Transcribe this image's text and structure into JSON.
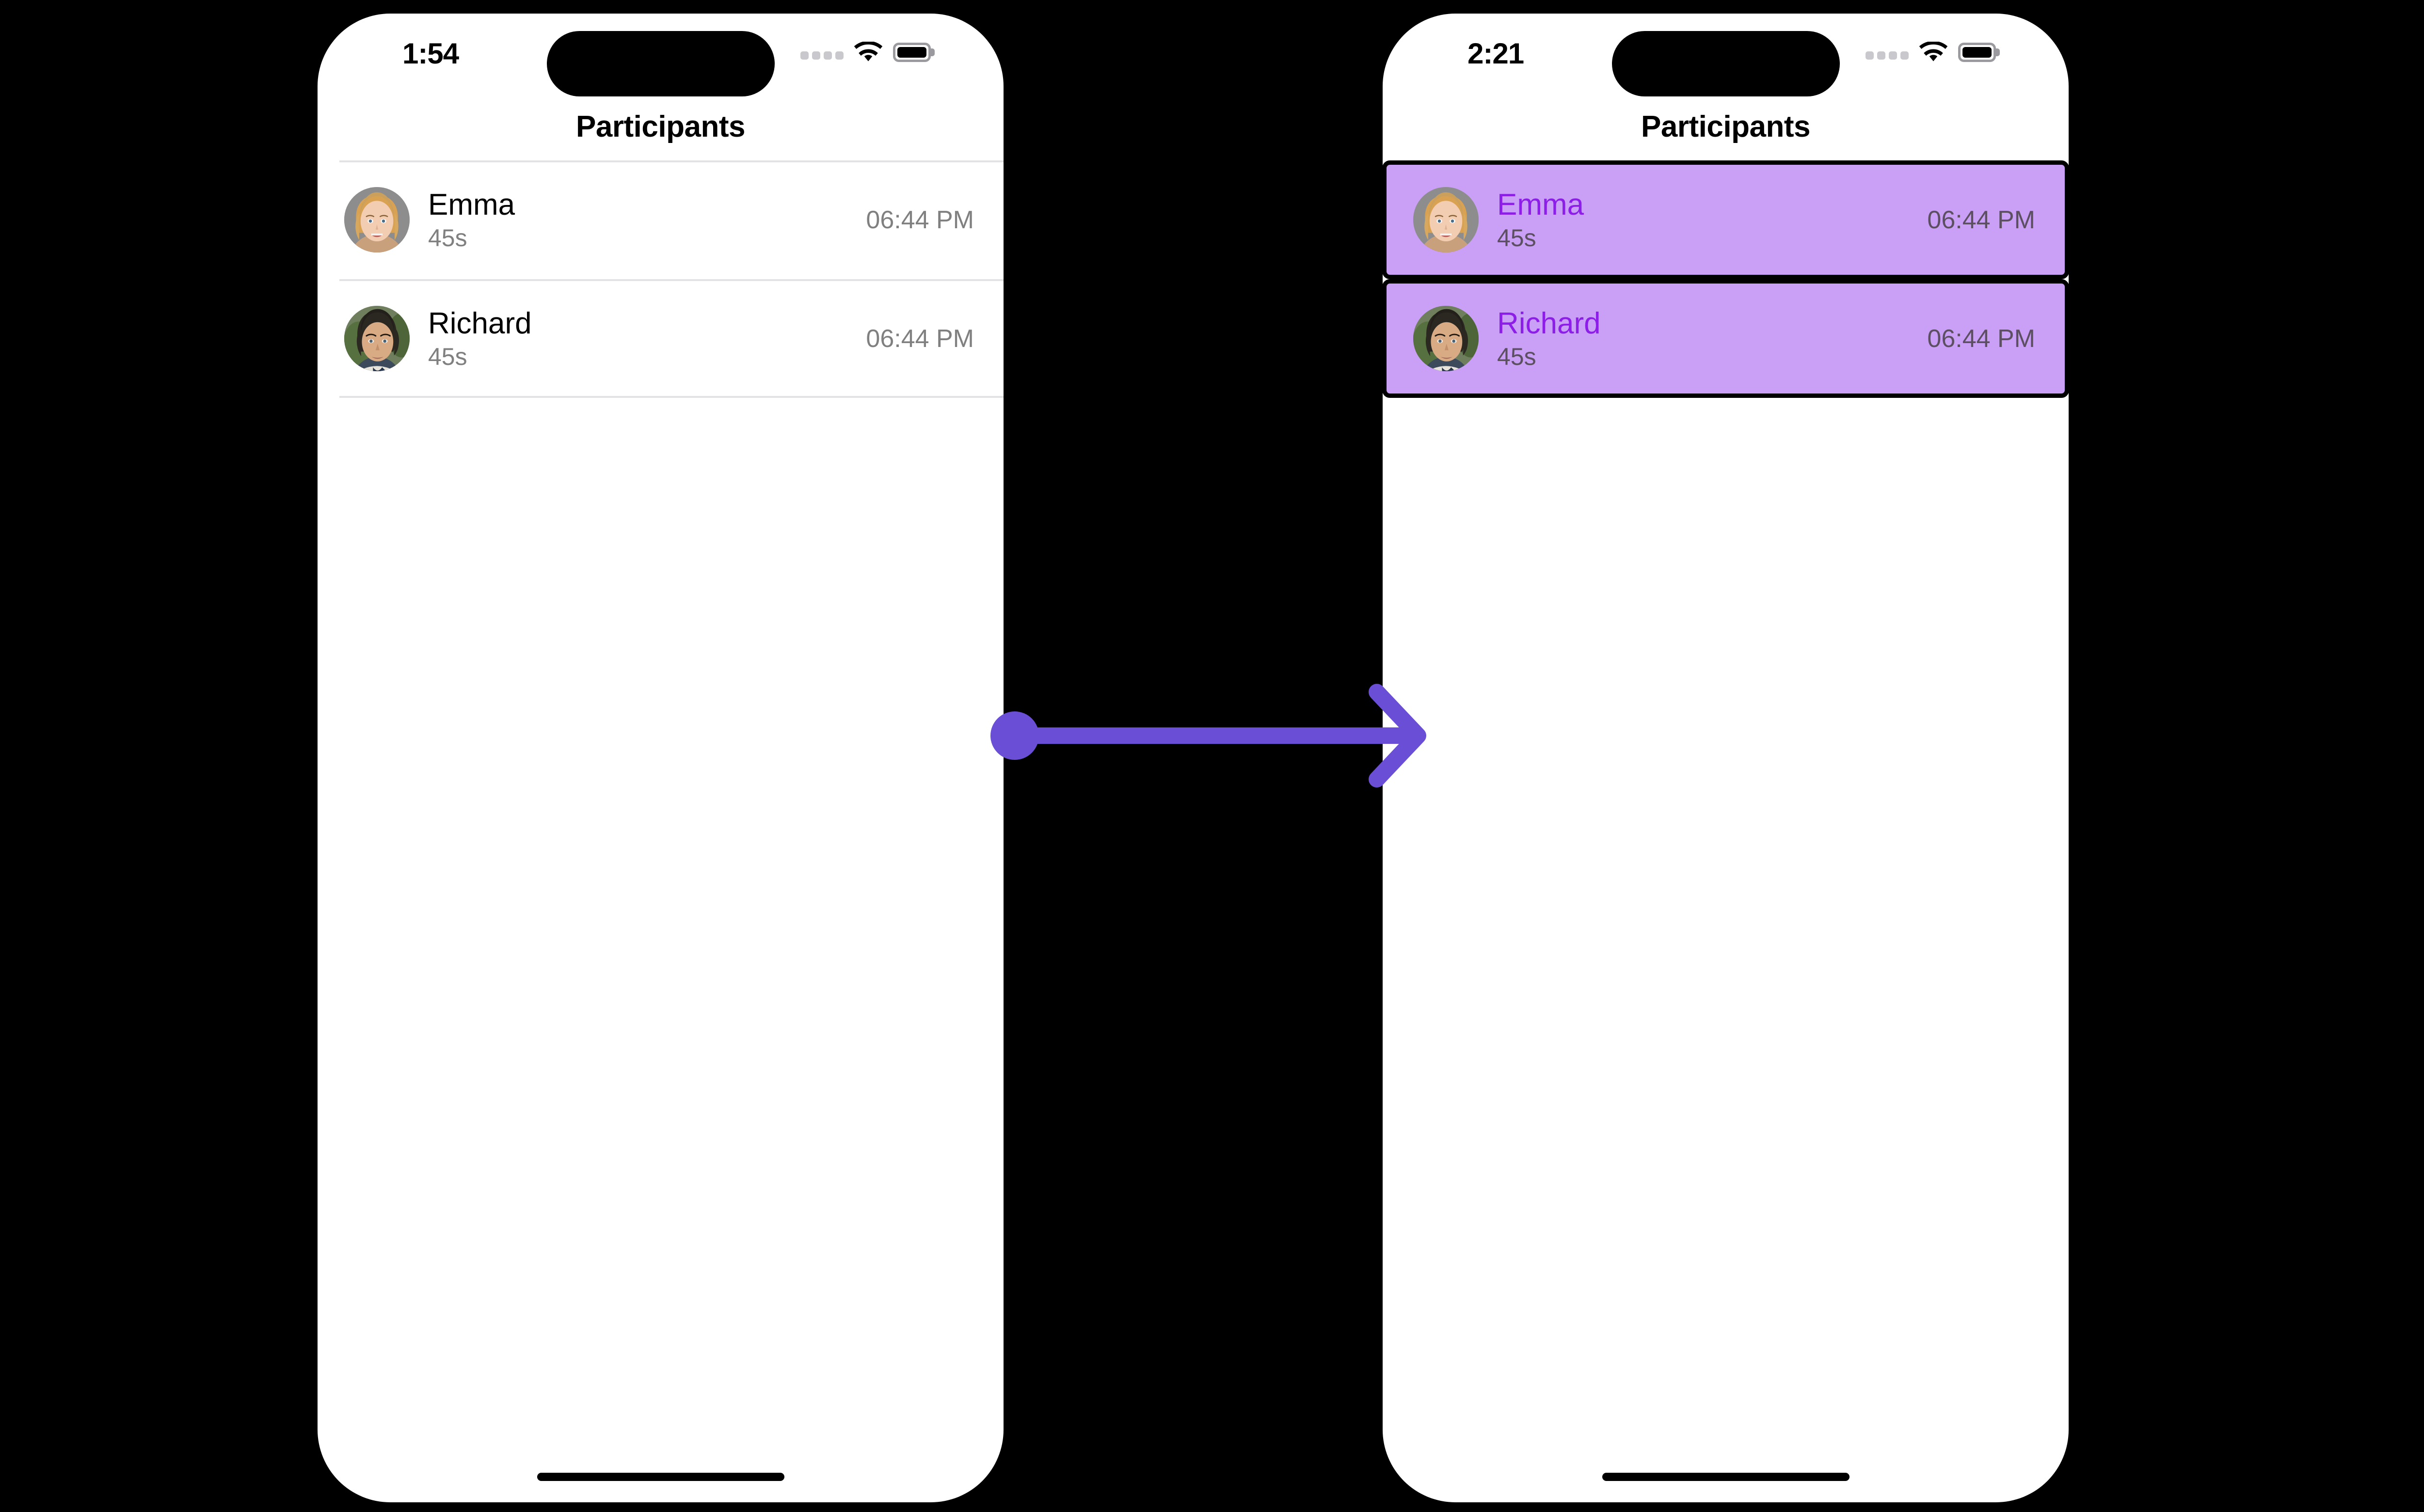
{
  "theme": {
    "arrow_color": "#6a4fd6",
    "highlight_bg": "#c9a0f5",
    "highlight_name_color": "#8c1ee8",
    "highlight_muted_color": "#5c4f62",
    "muted_color": "#808080",
    "separator_color": "#e3e3e6",
    "screen_bg": "#ffffff",
    "canvas_bg": "#000000"
  },
  "screens": [
    {
      "id": "before",
      "status_bar": {
        "time": "1:54",
        "cellular_icon": "cellular-dots-icon",
        "wifi_icon": "wifi-icon",
        "battery_icon": "battery-icon"
      },
      "nav": {
        "title": "Participants"
      },
      "list": {
        "rows": [
          {
            "avatar_icon": "avatar-emma",
            "name": "Emma",
            "subtitle": "45s",
            "time": "06:44 PM",
            "selected": false
          },
          {
            "avatar_icon": "avatar-richard",
            "name": "Richard",
            "subtitle": "45s",
            "time": "06:44 PM",
            "selected": false
          }
        ]
      }
    },
    {
      "id": "after",
      "status_bar": {
        "time": "2:21",
        "cellular_icon": "cellular-dots-icon",
        "wifi_icon": "wifi-icon",
        "battery_icon": "battery-icon"
      },
      "nav": {
        "title": "Participants"
      },
      "list": {
        "rows": [
          {
            "avatar_icon": "avatar-emma",
            "name": "Emma",
            "subtitle": "45s",
            "time": "06:44 PM",
            "selected": true
          },
          {
            "avatar_icon": "avatar-richard",
            "name": "Richard",
            "subtitle": "45s",
            "time": "06:44 PM",
            "selected": true
          }
        ]
      }
    }
  ],
  "annotation": {
    "type": "transition-arrow",
    "direction": "left-to-right",
    "start_marker": "dot",
    "end_marker": "chevron-arrowhead"
  }
}
